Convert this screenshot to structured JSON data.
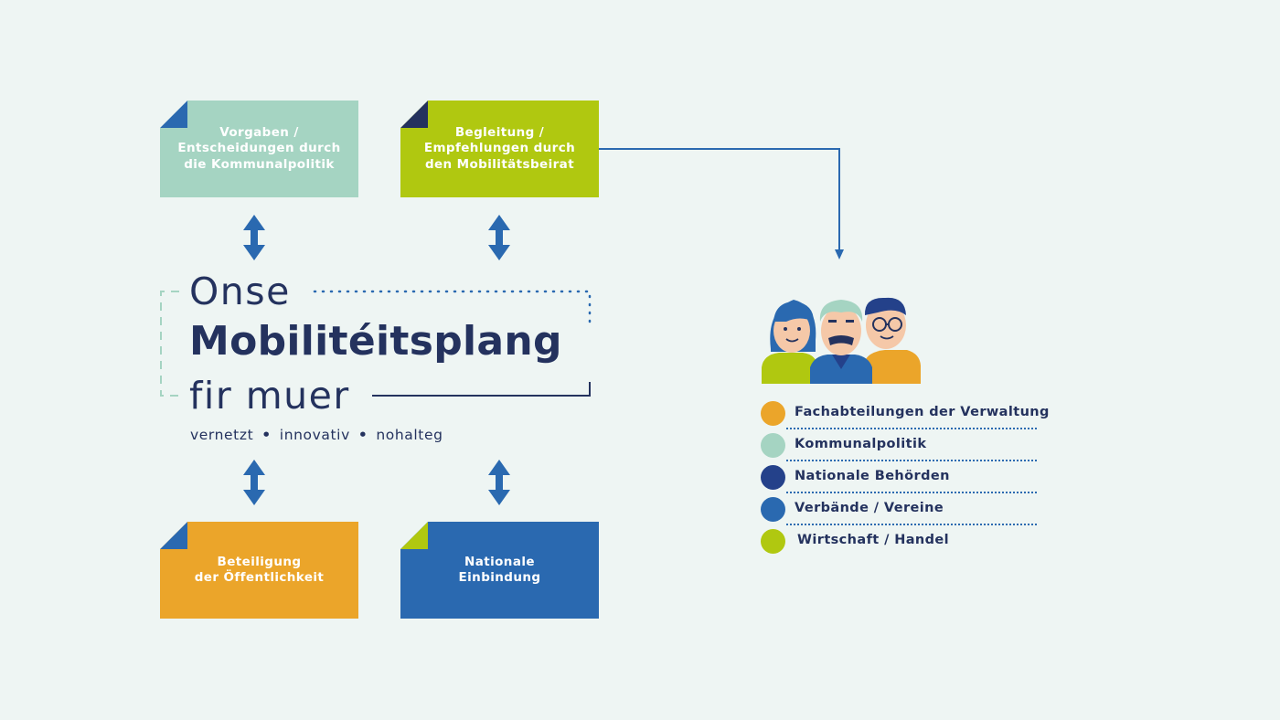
{
  "boxes": {
    "top_left": {
      "lines": [
        "Vorgaben /",
        "Entscheidungen durch",
        "die Kommunalpolitik"
      ],
      "color": "#a5d4c2",
      "fold_color": "#2a69b0"
    },
    "top_right": {
      "lines": [
        "Begleitung /",
        "Empfehlungen durch",
        "den Mobilitätsbeirat"
      ],
      "color": "#b0c810",
      "fold_color": "#24325e"
    },
    "bottom_left": {
      "lines": [
        "Beteiligung",
        "der Öffentlichkeit"
      ],
      "color": "#eba52a",
      "fold_color": "#2a69b0"
    },
    "bottom_right": {
      "lines": [
        "Nationale",
        "Einbindung"
      ],
      "color": "#2a69b0",
      "fold_color": "#b0c810"
    }
  },
  "title": {
    "line1": "Onse",
    "line2": "Mobilitéitsplang",
    "line3": "fir muer"
  },
  "tagline": [
    "vernetzt",
    "innovativ",
    "nohalteg"
  ],
  "tagline_separator": "•",
  "legend": [
    {
      "label": "Fachabteilungen der Verwaltung",
      "color": "#eba52a"
    },
    {
      "label": "Kommunalpolitik",
      "color": "#a5d4c2"
    },
    {
      "label": "Nationale Behörden",
      "color": "#24418a"
    },
    {
      "label": "Verbände / Vereine",
      "color": "#2a69b0"
    },
    {
      "label": "Wirtschaft / Handel",
      "color": "#b0c810"
    }
  ],
  "icons": {
    "arrows": "double-vertical-arrow-icon",
    "people": "people-group-icon"
  },
  "colors": {
    "background": "#eef5f3",
    "dark_text": "#24325e",
    "arrow_blue": "#2a69b0"
  }
}
